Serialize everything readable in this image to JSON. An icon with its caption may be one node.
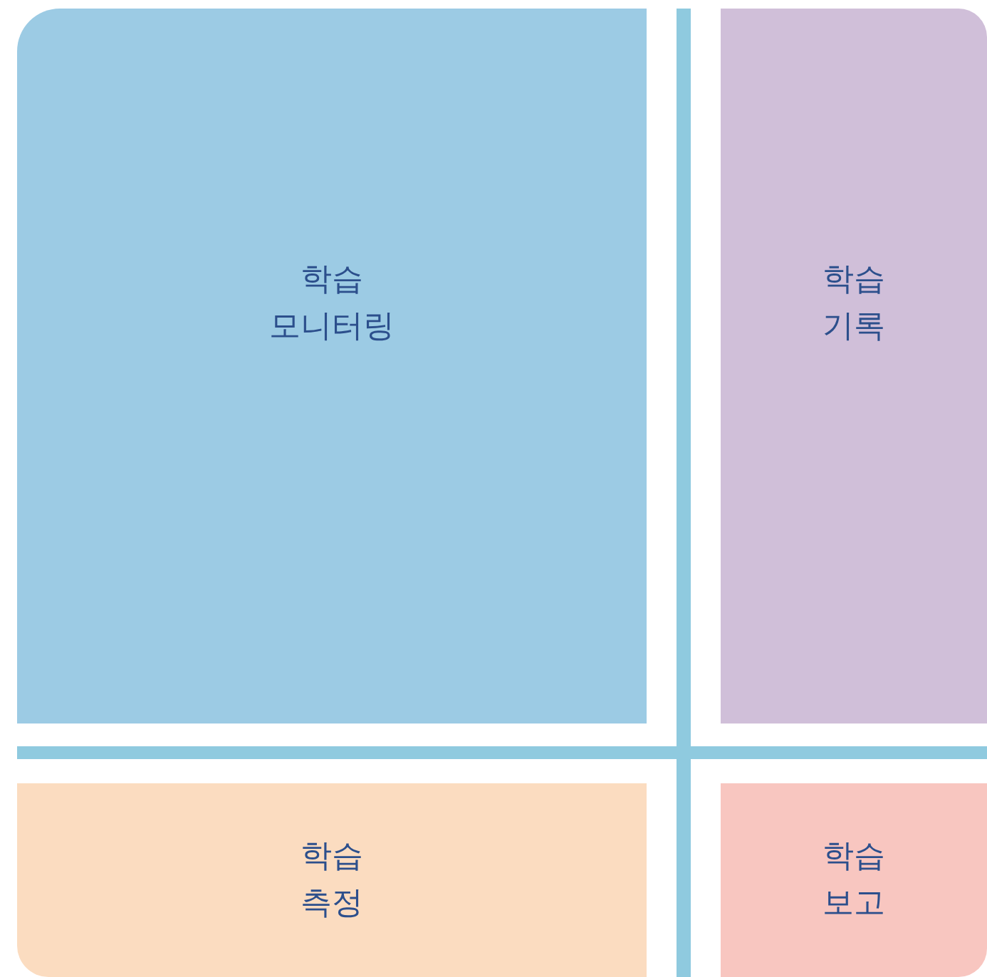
{
  "diagram": {
    "nodes": [
      {
        "text": [
          "학습 모니터링"
        ]
      },
      {
        "text": [
          "학습 기록"
        ]
      },
      {
        "text": [
          "학습 측정"
        ]
      },
      {
        "text": [
          "학습 보고"
        ]
      }
    ]
  }
}
